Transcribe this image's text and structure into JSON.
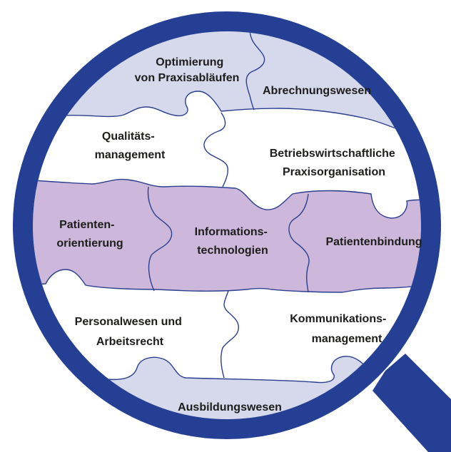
{
  "colors": {
    "ring": "#243f94",
    "handle": "#243f94",
    "piece_light": "#d6d8ec",
    "piece_purple": "#cdb8db",
    "piece_white": "#ffffff",
    "outline": "#2b3f8f",
    "text": "#1d1d1b"
  },
  "labels": {
    "optimierung": [
      "Optimierung",
      "von Praxisabläufen"
    ],
    "abrechnung": [
      "Abrechnungswesen"
    ],
    "qualitaet": [
      "Qualitäts-",
      "management"
    ],
    "betrieb": [
      "Betriebswirtschaftliche",
      "Praxisorganisation"
    ],
    "patientenorientierung": [
      "Patienten-",
      "orientierung"
    ],
    "informationstechnologien": [
      "Informations-",
      "technologien"
    ],
    "patientenbindung": [
      "Patientenbindung"
    ],
    "personalwesen": [
      "Personalwesen und",
      "Arbeitsrecht"
    ],
    "kommunikation": [
      "Kommunikations-",
      "management"
    ],
    "ausbildung": [
      "Ausbildungswesen"
    ]
  }
}
